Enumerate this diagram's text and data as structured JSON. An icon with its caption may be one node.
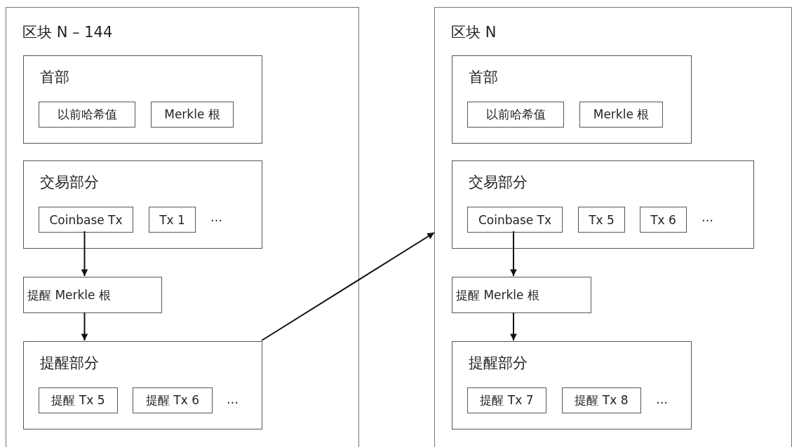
{
  "diagram": {
    "nodes": [
      {
        "text": [
          "区块 N – 144"
        ]
      },
      {
        "text": [
          "首部"
        ],
        "in": 0
      },
      {
        "text": [
          "以前哈希值"
        ],
        "in": 1
      },
      {
        "text": [
          "Merkle 根"
        ],
        "in": 1
      },
      {
        "text": [
          "交易部分"
        ],
        "in": 0
      },
      {
        "text": [
          "Coinbase Tx"
        ],
        "in": 4
      },
      {
        "text": [
          "Tx 1"
        ],
        "in": 4
      },
      {
        "text": [
          "提醒 Merkle 根"
        ],
        "in": 0
      },
      {
        "text": [
          "提醒部分"
        ],
        "in": 0
      },
      {
        "text": [
          "提醒 Tx 5"
        ],
        "in": 8
      },
      {
        "text": [
          "提醒 Tx 6"
        ],
        "in": 8
      },
      {
        "text": [
          "区块 N"
        ]
      },
      {
        "text": [
          "首部"
        ],
        "in": 11
      },
      {
        "text": [
          "以前哈希值"
        ],
        "in": 12
      },
      {
        "text": [
          "Merkle 根"
        ],
        "in": 12
      },
      {
        "text": [
          "交易部分"
        ],
        "in": 11
      },
      {
        "text": [
          "Coinbase Tx"
        ],
        "in": 15
      },
      {
        "text": [
          "Tx 5"
        ],
        "in": 15
      },
      {
        "text": [
          "Tx 6"
        ],
        "in": 15
      },
      {
        "text": [
          "提醒 Merkle 根"
        ],
        "in": 11
      },
      {
        "text": [
          "提醒部分"
        ],
        "in": 11
      },
      {
        "text": [
          "提醒 Tx 7"
        ],
        "in": 20
      },
      {
        "text": [
          "提醒 Tx 8"
        ],
        "in": 20
      }
    ],
    "edges": [
      {
        "from": 5,
        "to": 7,
        "arrow": "to"
      },
      {
        "from": 7,
        "to": 8,
        "arrow": "to"
      },
      {
        "from": 8,
        "to": 11,
        "arrow": "to"
      },
      {
        "from": 16,
        "to": 19,
        "arrow": "to"
      },
      {
        "from": 19,
        "to": 20,
        "arrow": "to"
      }
    ],
    "labels": [
      "…",
      "…",
      "…",
      "…"
    ]
  }
}
